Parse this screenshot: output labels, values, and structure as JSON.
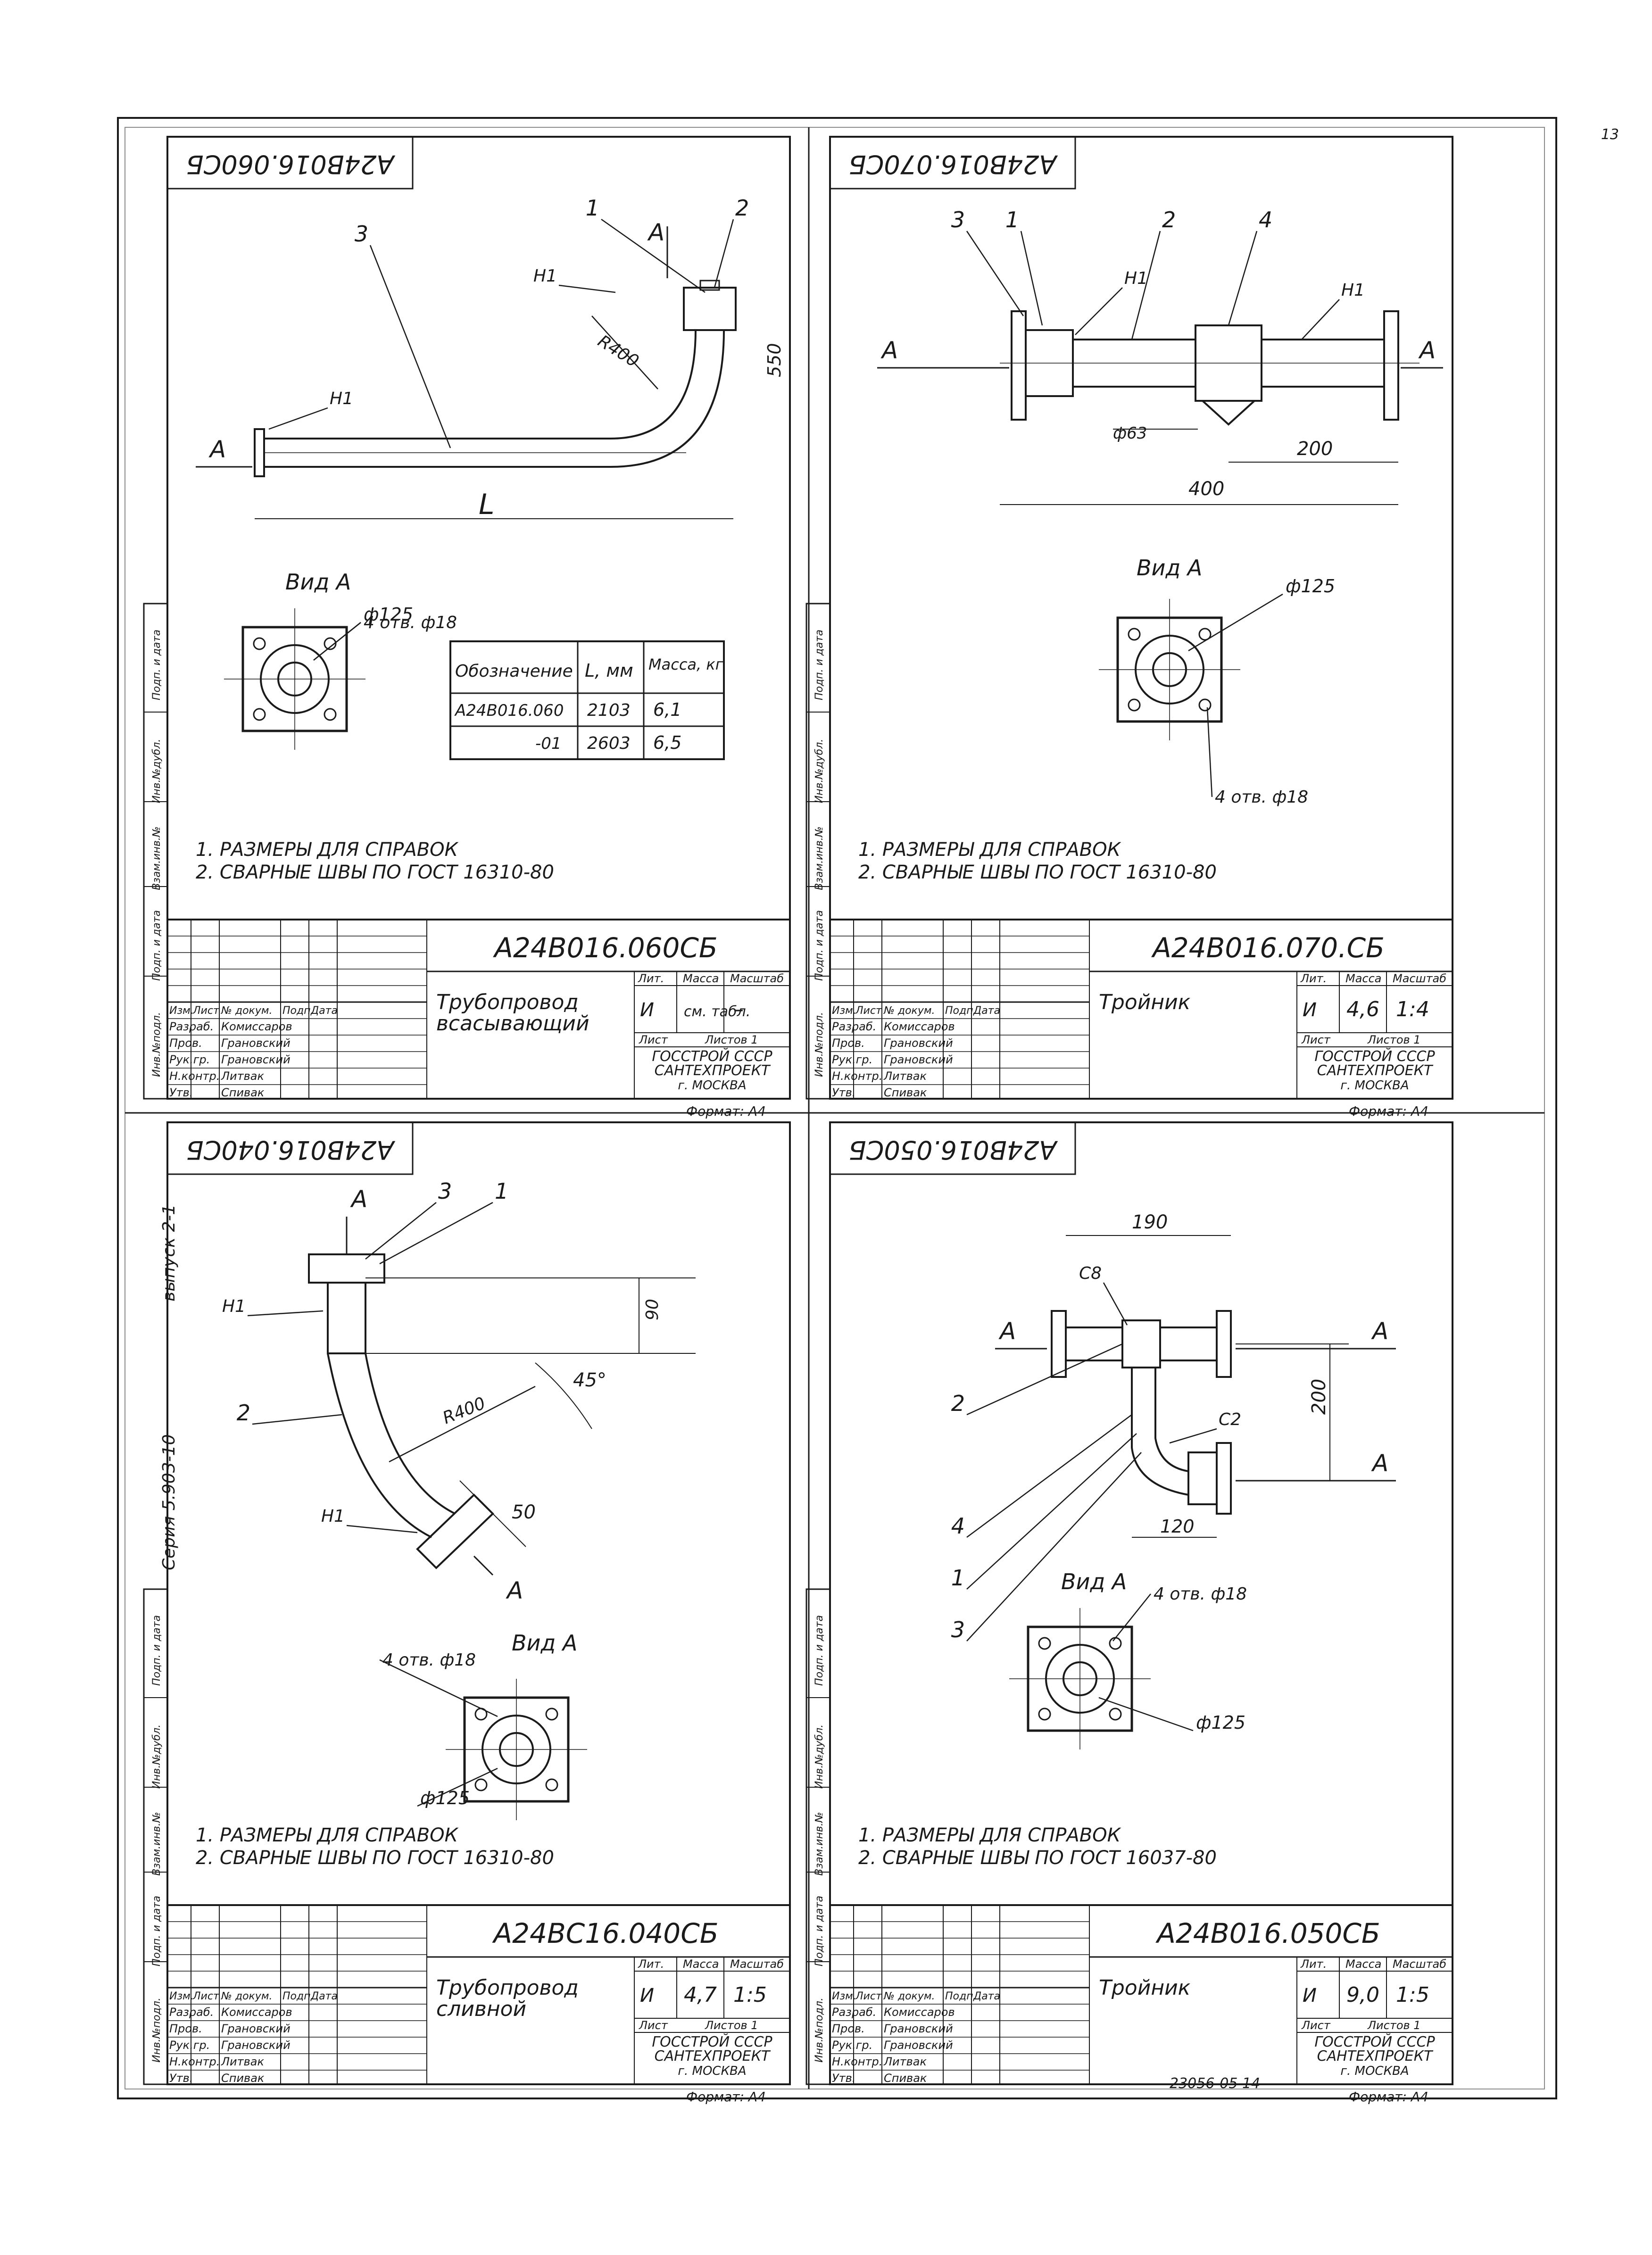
{
  "page_number": "13",
  "series_side": {
    "series": "Серия 5.903-10",
    "issue": "выпуск 2-1"
  },
  "side_stamp_labels": [
    "Инв.№подл.",
    "Подп. и дата",
    "Взам.инв.№",
    "Инв.№дубл.",
    "Подп. и дата"
  ],
  "tb_role_headers": [
    "Изм.",
    "Лист",
    "№ докум.",
    "Подп.",
    "Дата"
  ],
  "tb_roles": [
    "Разраб.",
    "Пров.",
    "Рук.гр.",
    "Н.контр.",
    "Утв."
  ],
  "tb_names": [
    "Комиссаров",
    "Грановский",
    "Грановский",
    "Литвак",
    "Спивак"
  ],
  "tb_lit_headers": [
    "Лит.",
    "Масса",
    "Масштаб"
  ],
  "tb_sheet_labels": [
    "Лист",
    "Листов 1"
  ],
  "tb_org": [
    "ГОССТРОЙ СССР",
    "САНТЕХПРОЕКТ",
    "г. МОСКВА"
  ],
  "tb_format": "Формат: А4",
  "bottom_code": "23056-05 14",
  "panels": [
    {
      "code_mirror": "А24В016.060СБ",
      "code": "А24В016.060СБ",
      "title_lines": [
        "Трубопровод",
        "всасывающий"
      ],
      "lit": "И",
      "mass": "см. табл.",
      "scale": "–",
      "view_label": "Вид А",
      "callouts": [
        "1",
        "2",
        "3",
        "Н1",
        "Н1",
        "А",
        "А"
      ],
      "dims": [
        "R400",
        "550",
        "L",
        "ф125",
        "4 отв. ф18"
      ],
      "notes": [
        "1. РАЗМЕРЫ ДЛЯ СПРАВОК",
        "2. СВАРНЫЕ ШВЫ ПО ГОСТ 16310-80"
      ],
      "table": {
        "headers": [
          "Обозначение",
          "L, мм",
          "Масса, кг"
        ],
        "rows": [
          [
            "А24В016.060",
            "2103",
            "6,1"
          ],
          [
            "-01",
            "2603",
            "6,5"
          ]
        ]
      }
    },
    {
      "code_mirror": "А24В016.070СБ",
      "code": "А24В016.070.СБ",
      "title_lines": [
        "Тройник"
      ],
      "lit": "И",
      "mass": "4,6",
      "scale": "1:4",
      "view_label": "Вид А",
      "callouts": [
        "3",
        "1",
        "2",
        "4",
        "Н1",
        "Н1",
        "А",
        "А"
      ],
      "dims": [
        "ф63",
        "200",
        "400",
        "ф125",
        "4 отв. ф18"
      ],
      "notes": [
        "1. РАЗМЕРЫ ДЛЯ СПРАВОК",
        "2. СВАРНЫЕ ШВЫ ПО ГОСТ 16310-80"
      ]
    },
    {
      "code_mirror": "А24В016.040СБ",
      "code": "А24ВС16.040СБ",
      "title_lines": [
        "Трубопровод",
        "сливной"
      ],
      "lit": "И",
      "mass": "4,7",
      "scale": "1:5",
      "view_label": "Вид А",
      "callouts": [
        "3",
        "1",
        "2",
        "Н1",
        "Н1",
        "А",
        "А"
      ],
      "dims": [
        "90",
        "45°",
        "R400",
        "50",
        "4 отв. ф18",
        "ф125"
      ],
      "notes": [
        "1. РАЗМЕРЫ ДЛЯ СПРАВОК",
        "2. СВАРНЫЕ ШВЫ ПО ГОСТ 16310-80"
      ]
    },
    {
      "code_mirror": "А24В016.050СБ",
      "code": "А24В016.050СБ",
      "title_lines": [
        "Тройник"
      ],
      "lit": "И",
      "mass": "9,0",
      "scale": "1:5",
      "view_label": "Вид А",
      "callouts": [
        "2",
        "4",
        "1",
        "3",
        "С8",
        "С2",
        "А",
        "А",
        "А"
      ],
      "dims": [
        "190",
        "200",
        "120",
        "4 отв. ф18",
        "ф125"
      ],
      "notes": [
        "1. РАЗМЕРЫ ДЛЯ СПРАВОК",
        "2. СВАРНЫЕ ШВЫ ПО ГОСТ 16037-80"
      ]
    }
  ]
}
